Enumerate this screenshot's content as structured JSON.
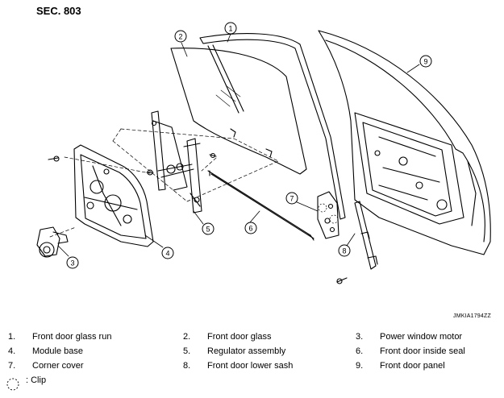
{
  "section": "SEC. 803",
  "drawing_code": "JMKIA1794ZZ",
  "legend": [
    {
      "num": "1.",
      "label": "Front door glass run"
    },
    {
      "num": "2.",
      "label": "Front door glass"
    },
    {
      "num": "3.",
      "label": "Power window motor"
    },
    {
      "num": "4.",
      "label": "Module base"
    },
    {
      "num": "5.",
      "label": "Regulator assembly"
    },
    {
      "num": "6.",
      "label": "Front door inside seal"
    },
    {
      "num": "7.",
      "label": "Corner cover"
    },
    {
      "num": "8.",
      "label": "Front door lower sash"
    },
    {
      "num": "9.",
      "label": "Front door panel"
    }
  ],
  "clip_label": ": Clip",
  "callouts": [
    "1",
    "2",
    "3",
    "4",
    "5",
    "6",
    "7",
    "8",
    "9"
  ]
}
